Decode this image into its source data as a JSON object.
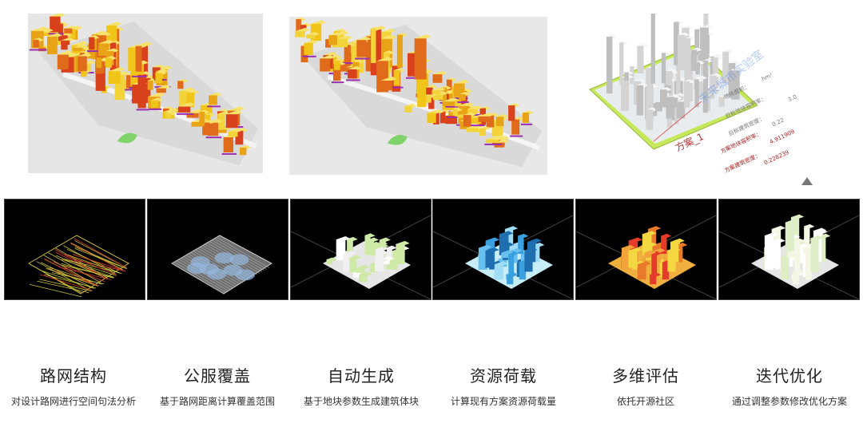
{
  "top_panels": {
    "panel_3": {
      "annotations": [
        "地块面积：",
        "hm²",
        "目标地块容积率：",
        "3.0",
        "目标建筑密度：",
        "0.22",
        "方案地块容积率：",
        "4.911909",
        "方案建筑密度：",
        "0.228239"
      ],
      "scheme_label": "方案_1",
      "watermark": "未来城市实验室"
    }
  },
  "steps": [
    {
      "title": "路网结构",
      "desc": "对设计路网进行空间句法分析"
    },
    {
      "title": "公服覆盖",
      "desc": "基于路网距离计算覆盖范围"
    },
    {
      "title": "自动生成",
      "desc": "基于地块参数生成建筑体块"
    },
    {
      "title": "资源荷载",
      "desc": "计算现有方案资源荷载量"
    },
    {
      "title": "多维评估",
      "desc": "依托开源社区"
    },
    {
      "title": "迭代优化",
      "desc": "通过调整参数修改优化方案"
    }
  ],
  "icons": {
    "next": "triangle-up-icon"
  }
}
